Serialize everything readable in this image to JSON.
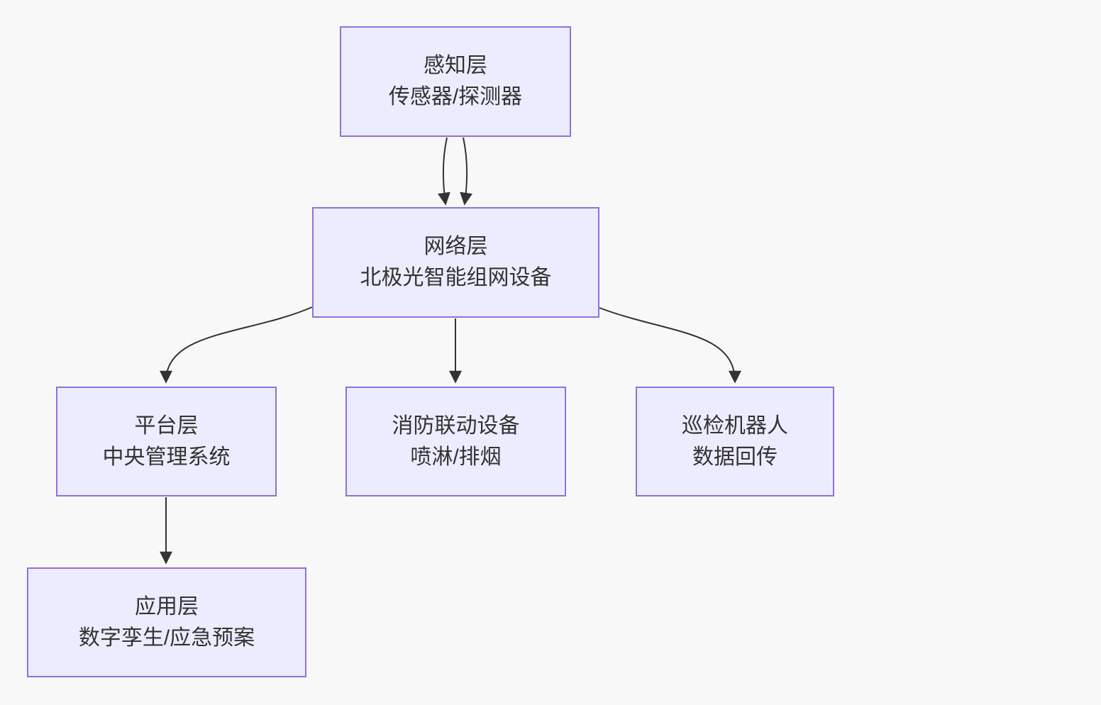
{
  "diagram": {
    "type": "flowchart",
    "colors": {
      "background": "#f8f8f8",
      "node_fill": "#ECECFF",
      "node_border": "#9370DB",
      "edge_stroke": "#333333",
      "text": "#333333"
    },
    "nodes": {
      "perception": {
        "line1": "感知层",
        "line2": "传感器/探测器"
      },
      "network": {
        "line1": "网络层",
        "line2": "北极光智能组网设备"
      },
      "platform": {
        "line1": "平台层",
        "line2": "中央管理系统"
      },
      "fire": {
        "line1": "消防联动设备",
        "line2": "喷淋/排烟"
      },
      "robot": {
        "line1": "巡检机器人",
        "line2": "数据回传"
      },
      "application": {
        "line1": "应用层",
        "line2": "数字孪生/应急预案"
      }
    },
    "edges": [
      {
        "from": "感知层",
        "to": "网络层",
        "arrow": "down"
      },
      {
        "from": "感知层",
        "to": "网络层",
        "arrow": "down"
      },
      {
        "from": "网络层",
        "to": "平台层",
        "arrow": "down"
      },
      {
        "from": "网络层",
        "to": "消防联动设备",
        "arrow": "down"
      },
      {
        "from": "网络层",
        "to": "巡检机器人",
        "arrow": "down"
      },
      {
        "from": "平台层",
        "to": "应用层",
        "arrow": "down"
      }
    ]
  }
}
